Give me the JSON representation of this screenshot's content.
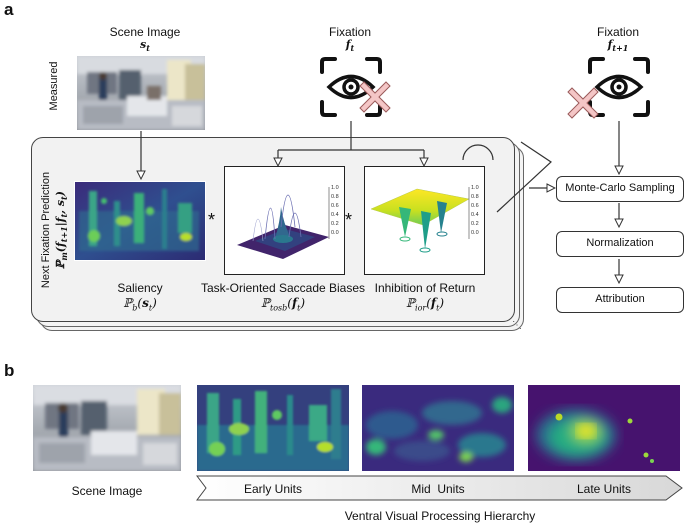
{
  "panel_a": {
    "letter": "a",
    "scene_image": {
      "title": "Scene Image",
      "symbol": "s",
      "subscript": "t"
    },
    "measured_label": "Measured",
    "fixation_current": {
      "title": "Fixation",
      "symbol": "f",
      "subscript": "t"
    },
    "fixation_next": {
      "title": "Fixation",
      "symbol": "f",
      "subscript": "t+1"
    },
    "next_fixation_prediction": {
      "line1": "Next Fixation Prediction",
      "line2": "ℙm(ft+1|ft, st)"
    },
    "saliency": {
      "title": "Saliency",
      "formula": "ℙb(st)"
    },
    "tosb": {
      "title": "Task-Oriented Saccade Biases",
      "formula": "ℙtosb(ft)"
    },
    "ior": {
      "title": "Inhibition of Return",
      "formula": "ℙior(ft)"
    },
    "multiply_symbol": "*",
    "tosb_axis_ticks": [
      "1.0",
      "0.8",
      "0.6",
      "0.4",
      "0.2",
      "0.0"
    ],
    "ior_axis_ticks": [
      "1.0",
      "0.8",
      "0.6",
      "0.4",
      "0.2",
      "0.0"
    ],
    "pipeline": [
      "Monte-Carlo Sampling",
      "Normalization",
      "Attribution"
    ]
  },
  "panel_b": {
    "letter": "b",
    "scene_image_label": "Scene Image",
    "units": [
      "Early Units",
      "Mid  Units",
      "Late Units"
    ],
    "hierarchy_label": "Ventral Visual Processing Hierarchy"
  },
  "colors": {
    "viridis_dark": "#440154",
    "viridis_mid": "#21918c",
    "viridis_bright": "#fde725",
    "cross_fill": "#f4c6c6",
    "cross_stroke": "#9a5a5a",
    "panel_bg": "#f2f2f2"
  },
  "icons": [
    "eye-icon",
    "cross-icon",
    "arrow-icon"
  ]
}
